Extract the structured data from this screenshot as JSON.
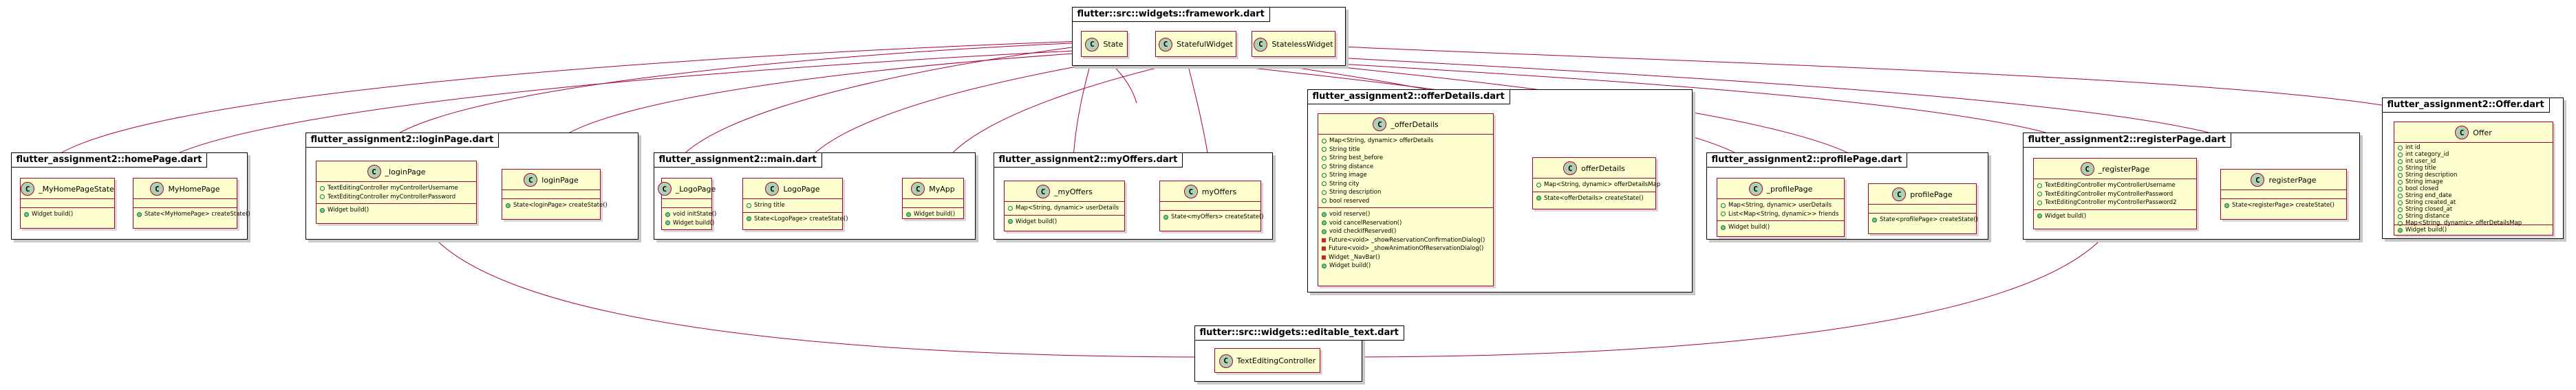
{
  "packages": {
    "framework": "flutter::src::widgets::framework.dart",
    "homePage": "flutter_assignment2::homePage.dart",
    "loginPage": "flutter_assignment2::loginPage.dart",
    "main": "flutter_assignment2::main.dart",
    "myOffers": "flutter_assignment2::myOffers.dart",
    "offerDetails": "flutter_assignment2::offerDetails.dart",
    "profilePage": "flutter_assignment2::profilePage.dart",
    "registerPage": "flutter_assignment2::registerPage.dart",
    "offer": "flutter_assignment2::Offer.dart",
    "editableText": "flutter::src::widgets::editable_text.dart"
  },
  "classes": {
    "State": {
      "name": "State",
      "icon": "C"
    },
    "StatefulWidget": {
      "name": "StatefulWidget",
      "icon": "C"
    },
    "StatelessWidget": {
      "name": "StatelessWidget",
      "icon": "C"
    },
    "MyHomePageState": {
      "name": "_MyHomePageState",
      "icon": "C",
      "methods": [
        "Widget build()"
      ]
    },
    "MyHomePage": {
      "name": "MyHomePage",
      "icon": "C",
      "methods": [
        "State<MyHomePage> createState()"
      ]
    },
    "loginPageState": {
      "name": "_loginPage",
      "icon": "C",
      "fields": [
        "TextEditingController myControllerUsername",
        "TextEditingController myControllerPassword"
      ],
      "methods": [
        "Widget build()"
      ]
    },
    "loginPage": {
      "name": "loginPage",
      "icon": "C",
      "methods": [
        "State<loginPage> createState()"
      ]
    },
    "LogoPageState": {
      "name": "_LogoPage",
      "icon": "C",
      "methods": [
        "void initState()",
        "Widget build()"
      ]
    },
    "LogoPage": {
      "name": "LogoPage",
      "icon": "C",
      "fields": [
        "String title"
      ],
      "methods": [
        "State<LogoPage> createState()"
      ]
    },
    "MyApp": {
      "name": "MyApp",
      "icon": "C",
      "methods": [
        "Widget build()"
      ]
    },
    "myOffersState": {
      "name": "_myOffers",
      "icon": "C",
      "fields": [
        "Map<String, dynamic> userDetails"
      ],
      "methods": [
        "Widget build()"
      ]
    },
    "myOffers": {
      "name": "myOffers",
      "icon": "C",
      "methods": [
        "State<myOffers> createState()"
      ]
    },
    "offerDetailsState": {
      "name": "_offerDetails",
      "icon": "C",
      "fields": [
        "Map<String, dynamic> offerDetails",
        "String title",
        "String best_before",
        "String distance",
        "String image",
        "String city",
        "String description",
        "bool reserved"
      ],
      "methods": [
        "void reserve()",
        "void cancelReservation()",
        "void checkIfReserved()",
        "Future<void> _showReservationConfirmationDialog()",
        "Future<void> _showAnimationOfReservationDialog()",
        "Widget _NavBar()",
        "Widget build()"
      ],
      "methodVis": [
        "pub",
        "pub",
        "pub",
        "priv",
        "priv",
        "priv",
        "pub"
      ]
    },
    "offerDetails": {
      "name": "offerDetails",
      "icon": "C",
      "fields": [
        "Map<String, dynamic> offerDetailsMap"
      ],
      "methods": [
        "State<offerDetails> createState()"
      ]
    },
    "profilePageState": {
      "name": "_profilePage",
      "icon": "C",
      "fields": [
        "Map<String, dynamic> userDetails",
        "List<Map<String, dynamic>> friends"
      ],
      "methods": [
        "Widget build()"
      ]
    },
    "profilePage": {
      "name": "profilePage",
      "icon": "C",
      "methods": [
        "State<profilePage> createState()"
      ]
    },
    "registerPageState": {
      "name": "_registerPage",
      "icon": "C",
      "fields": [
        "TextEditingController myControllerUsername",
        "TextEditingController myControllerPassword",
        "TextEditingController myControllerPassword2"
      ],
      "methods": [
        "Widget build()"
      ]
    },
    "registerPage": {
      "name": "registerPage",
      "icon": "C",
      "methods": [
        "State<registerPage> createState()"
      ]
    },
    "Offer": {
      "name": "Offer",
      "icon": "C",
      "fields": [
        "int id",
        "int category_id",
        "int user_id",
        "String title",
        "String description",
        "String image",
        "bool closed",
        "String end_date",
        "String created_at",
        "String closed_at",
        "String distance",
        "Map<String, dynamic> offerDetailsMap"
      ],
      "methods": [
        "Widget build()"
      ]
    },
    "TextEditingController": {
      "name": "TextEditingController",
      "icon": "C"
    }
  },
  "colors": {
    "classFill": "#fefece",
    "classBorder": "#a80036",
    "iconFill": "#add1b2",
    "edge": "#a80036"
  }
}
